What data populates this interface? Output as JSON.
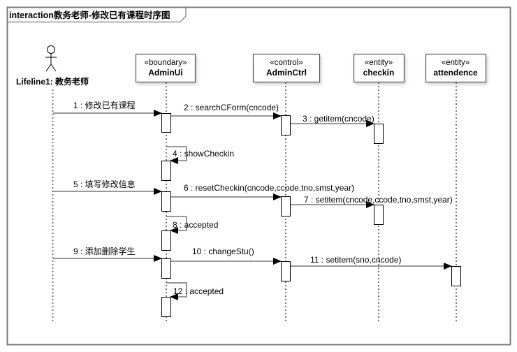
{
  "frame": {
    "title": "interaction教务老师-修改已有课程时序图"
  },
  "actor": {
    "label": "Lifeline1: 教务老师"
  },
  "lifelines": [
    {
      "id": "adminui",
      "stereotype": "«boundary»",
      "name": "AdminUi"
    },
    {
      "id": "adminctrl",
      "stereotype": "«control»",
      "name": "AdminCtrl"
    },
    {
      "id": "checkin",
      "stereotype": "«entity»",
      "name": "checkin"
    },
    {
      "id": "attendence",
      "stereotype": "«entity»",
      "name": "attendence"
    }
  ],
  "messages": [
    {
      "label": "1 : 修改已有课程",
      "from": "actor",
      "to": "adminui"
    },
    {
      "label": "2 : searchCForm(cncode)",
      "from": "adminui",
      "to": "adminctrl"
    },
    {
      "label": "3 : getitem(cncode)",
      "from": "adminctrl",
      "to": "checkin"
    },
    {
      "label": "4 : showCheckin",
      "from": "adminui",
      "to": "adminui"
    },
    {
      "label": "5 : 填写修改信息",
      "from": "actor",
      "to": "adminui"
    },
    {
      "label": "6 : resetCheckin(cncode,ccode,tno,smst,year)",
      "from": "adminui",
      "to": "adminctrl"
    },
    {
      "label": "7 : setitem(cncode,ccode,tno,smst,year)",
      "from": "adminctrl",
      "to": "checkin"
    },
    {
      "label": "8 : accepted",
      "from": "adminui",
      "to": "adminui"
    },
    {
      "label": "9 : 添加删除学生",
      "from": "actor",
      "to": "adminui"
    },
    {
      "label": "10 : changeStu()",
      "from": "adminui",
      "to": "adminctrl"
    },
    {
      "label": "11 : setitem(sno,cncode)",
      "from": "adminctrl",
      "to": "attendence"
    },
    {
      "label": "12 : accepted",
      "from": "adminui",
      "to": "adminui"
    }
  ],
  "colors": {
    "frame": "#7a7a7a",
    "line": "#777777",
    "box_border": "#555555",
    "text": "#000000"
  }
}
